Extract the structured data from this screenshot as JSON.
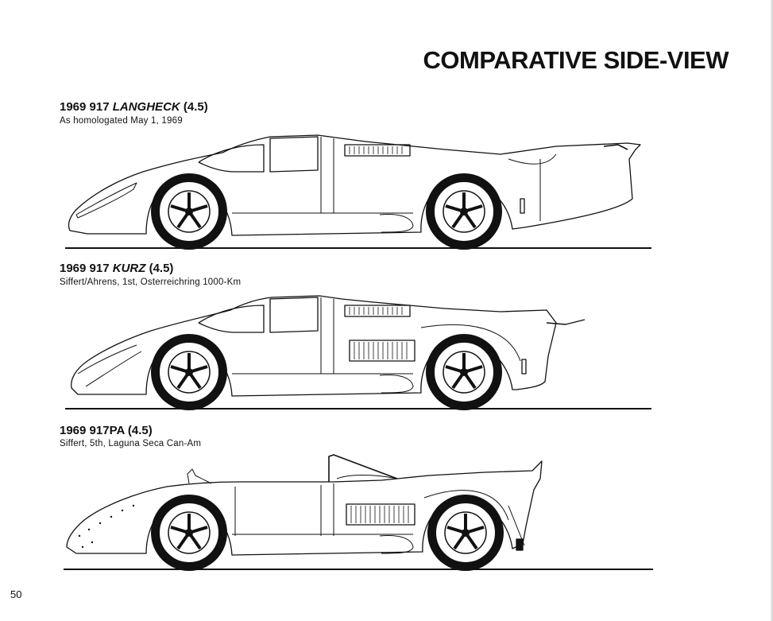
{
  "page": {
    "title": "COMPARATIVE SIDE-VIEW",
    "number": "50"
  },
  "cars": [
    {
      "year_model": "1969 917 ",
      "variant": "LANGHECK",
      "engine": " (4.5)",
      "caption": "As homologated May 1, 1969"
    },
    {
      "year_model": "1969 917 ",
      "variant": "KURZ",
      "engine": " (4.5)",
      "caption": "Siffert/Ahrens, 1st, Osterreichring 1000-Km"
    },
    {
      "year_model": "1969 917PA",
      "variant": "",
      "engine": " (4.5)",
      "caption": "Siffert, 5th, Laguna Seca Can-Am"
    }
  ]
}
